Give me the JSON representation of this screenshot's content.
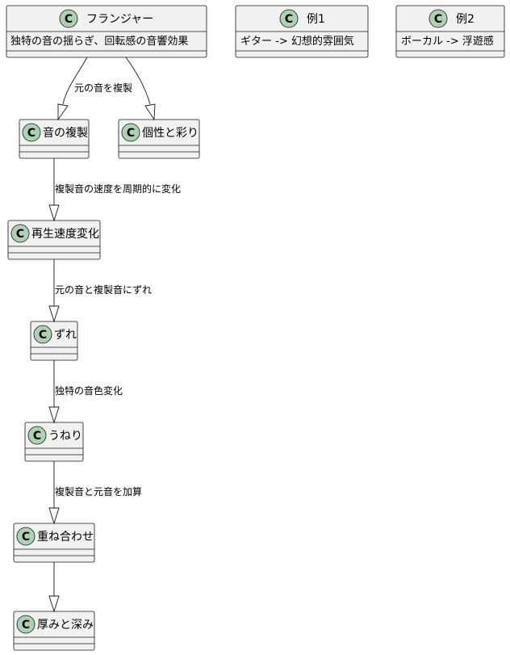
{
  "classes": {
    "flanger": {
      "name": "フランジャー",
      "member": "独特の音の揺らぎ、回転感の音響効果"
    },
    "example1": {
      "name": "例1",
      "member": "ギター -> 幻想的雰囲気"
    },
    "example2": {
      "name": "例2",
      "member": "ボーカル -> 浮遊感"
    },
    "duplicate": {
      "name": "音の複製"
    },
    "character": {
      "name": "個性と彩り"
    },
    "speed": {
      "name": "再生速度変化"
    },
    "shift": {
      "name": "ずれ"
    },
    "swell": {
      "name": "うねり"
    },
    "overlay": {
      "name": "重ね合わせ"
    },
    "depth": {
      "name": "厚みと深み"
    }
  },
  "stereotype_letter": "C",
  "edges": {
    "flanger_duplicate": "元の音を複製",
    "duplicate_speed": "複製音の速度を周期的に変化",
    "speed_shift": "元の音と複製音にずれ",
    "shift_swell": "独特の音色変化",
    "swell_overlay": "複製音と元音を加算"
  },
  "colors": {
    "class_fill": "#f1f1f1",
    "circle_fill": "#add1b2",
    "stroke": "#181818"
  }
}
